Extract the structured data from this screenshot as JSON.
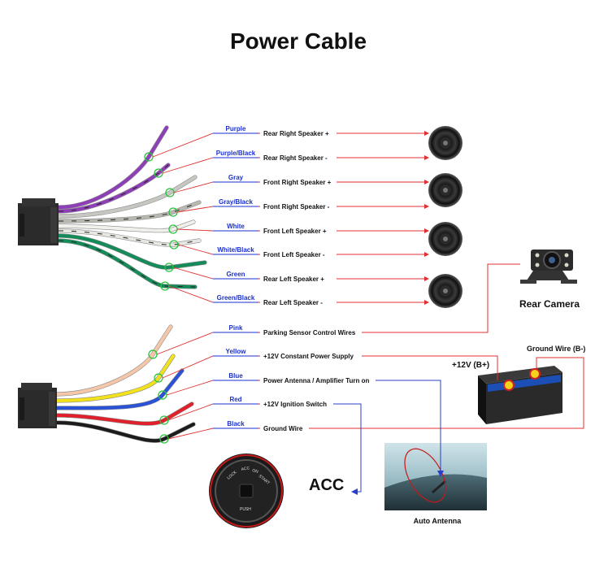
{
  "title": "Power Cable",
  "top_wires": [
    {
      "label": "Purple",
      "desc": "Rear Right Speaker +",
      "color": "#8e3fb8"
    },
    {
      "label": "Purple/Black",
      "desc": "Rear Right Speaker -",
      "color": "#8e3fb8"
    },
    {
      "label": "Gray",
      "desc": "Front Right Speaker +",
      "color": "#c7c7c2"
    },
    {
      "label": "Gray/Black",
      "desc": "Front Right Speaker -",
      "color": "#b8b8b0"
    },
    {
      "label": "White",
      "desc": "Front Left Speaker +",
      "color": "#f0f0ec"
    },
    {
      "label": "White/Black",
      "desc": "Front Left Speaker -",
      "color": "#e8e8e2"
    },
    {
      "label": "Green",
      "desc": "Rear Left Speaker +",
      "color": "#138c5a"
    },
    {
      "label": "Green/Black",
      "desc": "Rear Left Speaker -",
      "color": "#138c5a"
    }
  ],
  "bottom_wires": [
    {
      "label": "Pink",
      "desc": "Parking Sensor Control Wires",
      "color": "#f5c7a8"
    },
    {
      "label": "Yellow",
      "desc": "+12V Constant Power Supply",
      "color": "#f2e21c"
    },
    {
      "label": "Blue",
      "desc": "Power Antenna / Amplifier Turn on",
      "color": "#2a52d6"
    },
    {
      "label": "Red",
      "desc": "+12V  Ignition Switch",
      "color": "#e0202a"
    },
    {
      "label": "Black",
      "desc": "Ground Wire",
      "color": "#1c1c1c"
    }
  ],
  "rear_camera_label": "Rear Camera",
  "battery_label": "+12V  (B+)",
  "ground_label": "Ground Wire (B-)",
  "acc_label": "ACC",
  "antenna_label": "Auto Antenna",
  "ignition_text": {
    "lock": "LOCK",
    "acc": "ACC",
    "on": "ON",
    "start": "START",
    "push": "PUSH"
  },
  "colors": {
    "label_blue": "#1a2fd1",
    "lead_red": "#e03030",
    "lead_blue": "#2a3fc8",
    "connector": "#2a2a2a"
  }
}
